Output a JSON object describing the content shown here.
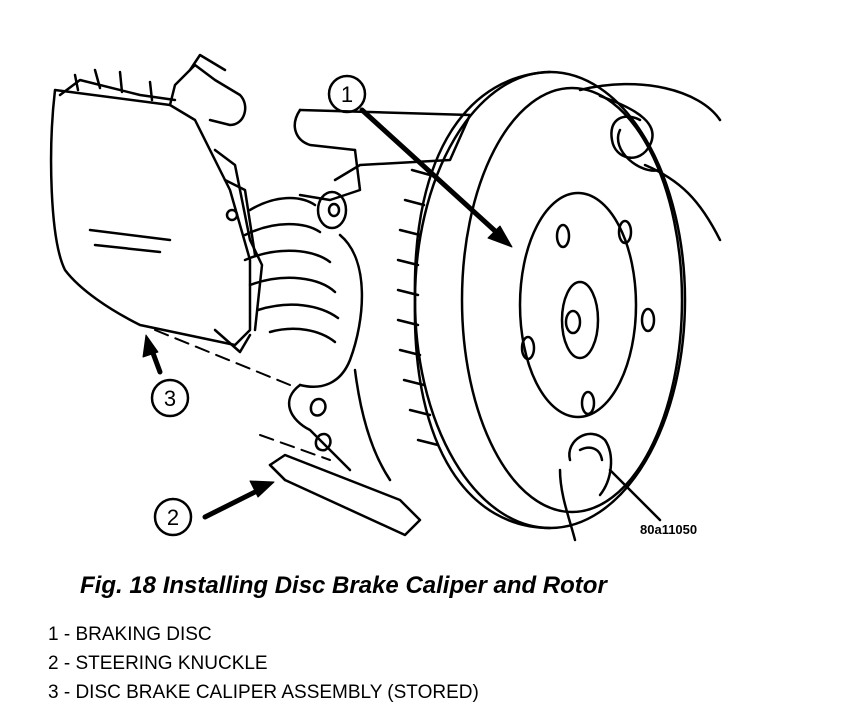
{
  "figure": {
    "id": "80a11050",
    "caption": "Fig. 18 Installing Disc Brake Caliper and Rotor"
  },
  "callouts": [
    {
      "number": "1"
    },
    {
      "number": "2"
    },
    {
      "number": "3"
    }
  ],
  "legend": [
    "1 - BRAKING DISC",
    "2 - STEERING KNUCKLE",
    "3 - DISC BRAKE CALIPER ASSEMBLY (STORED)"
  ]
}
